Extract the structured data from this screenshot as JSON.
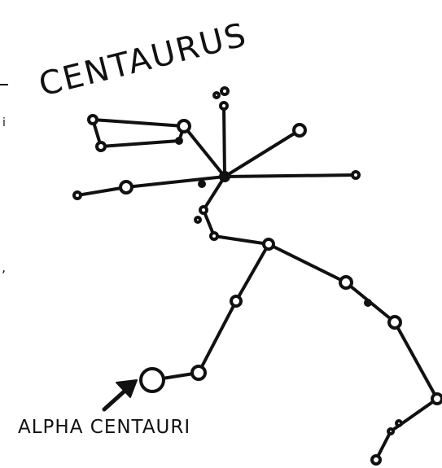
{
  "title": "CENTAURUS",
  "label": "ALPHA CENTAURI",
  "edge_fragments": [
    "i",
    ","
  ],
  "colors": {
    "ink": "#111111",
    "background": "#ffffff"
  },
  "icons": [
    "arrow-icon"
  ]
}
